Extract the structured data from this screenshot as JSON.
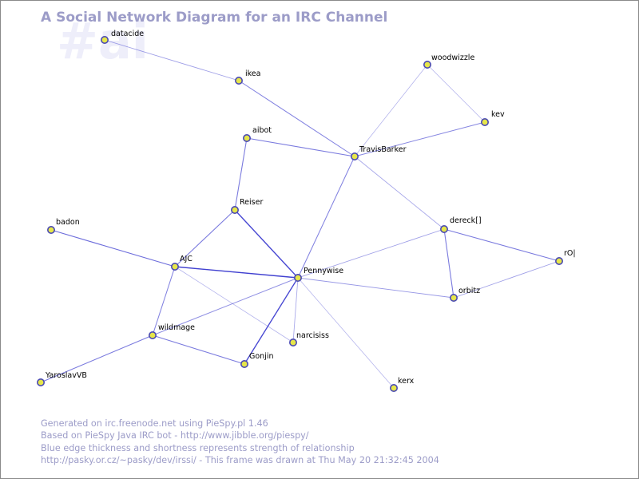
{
  "title": "A Social Network Diagram for an IRC Channel",
  "watermark": "#ai",
  "footer": {
    "lines": [
      "Generated on irc.freenode.net using PieSpy.pl 1.46",
      "Based on PieSpy Java IRC bot - http://www.jibble.org/piespy/",
      "Blue edge thickness and shortness represents strength of relationship",
      "http://pasky.or.cz/~pasky/dev/irssi/ - This frame was drawn at Thu May 20 21:32:45 2004"
    ]
  },
  "colors": {
    "title_text": "#9c9cc8",
    "watermark_text": "#eeeefa",
    "footer_text": "#9c9cc8",
    "node_fill": "#e6e64a",
    "node_stroke": "#4a4ab4",
    "edge": "#4040d0",
    "label_text": "#000000"
  },
  "nodes": [
    {
      "id": "datacide",
      "label": "datacide"
    },
    {
      "id": "ikea",
      "label": "ikea"
    },
    {
      "id": "woodwizzle",
      "label": "woodwizzle"
    },
    {
      "id": "kev",
      "label": "kev"
    },
    {
      "id": "aibot",
      "label": "aibot"
    },
    {
      "id": "TravisBarker",
      "label": "TravisBarker"
    },
    {
      "id": "Reiser",
      "label": "Reiser"
    },
    {
      "id": "badon",
      "label": "badon"
    },
    {
      "id": "dereck",
      "label": "dereck[]"
    },
    {
      "id": "r0",
      "label": "rO|"
    },
    {
      "id": "AJC",
      "label": "AJC"
    },
    {
      "id": "Pennywise",
      "label": "Pennywise"
    },
    {
      "id": "orbitz",
      "label": "orbitz"
    },
    {
      "id": "wildmage",
      "label": "wildmage"
    },
    {
      "id": "narcisiss",
      "label": "narcisiss"
    },
    {
      "id": "Gonjin",
      "label": "Gonjin"
    },
    {
      "id": "YaroslavVB",
      "label": "YaroslavVB"
    },
    {
      "id": "kerx",
      "label": "kerx"
    }
  ],
  "edges": [
    {
      "source": "datacide",
      "target": "ikea",
      "strength": 0.35
    },
    {
      "source": "ikea",
      "target": "TravisBarker",
      "strength": 0.55
    },
    {
      "source": "TravisBarker",
      "target": "dereck",
      "strength": 0.3
    },
    {
      "source": "woodwizzle",
      "target": "TravisBarker",
      "strength": 0.2
    },
    {
      "source": "woodwizzle",
      "target": "kev",
      "strength": 0.2
    },
    {
      "source": "kev",
      "target": "TravisBarker",
      "strength": 0.5
    },
    {
      "source": "aibot",
      "target": "TravisBarker",
      "strength": 0.6
    },
    {
      "source": "TravisBarker",
      "target": "Pennywise",
      "strength": 0.55
    },
    {
      "source": "aibot",
      "target": "Reiser",
      "strength": 0.6
    },
    {
      "source": "Reiser",
      "target": "AJC",
      "strength": 0.6
    },
    {
      "source": "Reiser",
      "target": "Pennywise",
      "strength": 0.95
    },
    {
      "source": "badon",
      "target": "AJC",
      "strength": 0.7
    },
    {
      "source": "AJC",
      "target": "Pennywise",
      "strength": 1.0
    },
    {
      "source": "AJC",
      "target": "wildmage",
      "strength": 0.55
    },
    {
      "source": "AJC",
      "target": "narcisiss",
      "strength": 0.2
    },
    {
      "source": "dereck",
      "target": "Pennywise",
      "strength": 0.35
    },
    {
      "source": "dereck",
      "target": "r0",
      "strength": 0.6
    },
    {
      "source": "dereck",
      "target": "orbitz",
      "strength": 0.6
    },
    {
      "source": "r0",
      "target": "orbitz",
      "strength": 0.35
    },
    {
      "source": "Pennywise",
      "target": "orbitz",
      "strength": 0.4
    },
    {
      "source": "Pennywise",
      "target": "wildmage",
      "strength": 0.45
    },
    {
      "source": "Pennywise",
      "target": "Gonjin",
      "strength": 0.95
    },
    {
      "source": "Pennywise",
      "target": "narcisiss",
      "strength": 0.3
    },
    {
      "source": "Pennywise",
      "target": "kerx",
      "strength": 0.2
    },
    {
      "source": "wildmage",
      "target": "Gonjin",
      "strength": 0.6
    },
    {
      "source": "wildmage",
      "target": "YaroslavVB",
      "strength": 0.6
    }
  ]
}
